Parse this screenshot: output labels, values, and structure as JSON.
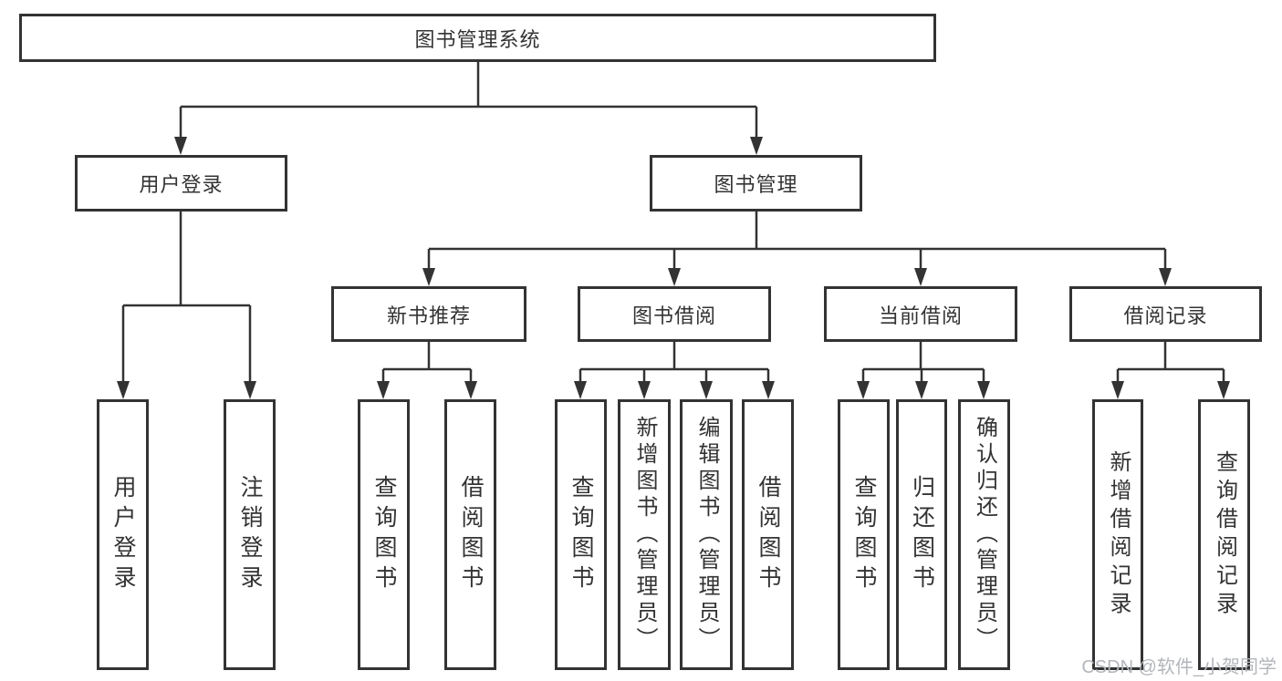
{
  "root": {
    "label": "图书管理系统"
  },
  "branches": [
    {
      "label": "用户登录",
      "children": [
        {
          "label": "用户登录"
        },
        {
          "label": "注销登录"
        }
      ]
    },
    {
      "label": "图书管理",
      "children": [
        {
          "label": "新书推荐",
          "children": [
            {
              "label": "查询图书"
            },
            {
              "label": "借阅图书"
            }
          ]
        },
        {
          "label": "图书借阅",
          "children": [
            {
              "label": "查询图书"
            },
            {
              "label": "新增图书（管理员）"
            },
            {
              "label": "编辑图书（管理员）"
            },
            {
              "label": "借阅图书"
            }
          ]
        },
        {
          "label": "当前借阅",
          "children": [
            {
              "label": "查询图书"
            },
            {
              "label": "归还图书"
            },
            {
              "label": "确认归还（管理员）"
            }
          ]
        },
        {
          "label": "借阅记录",
          "children": [
            {
              "label": "新增借阅记录"
            },
            {
              "label": "查询借阅记录"
            }
          ]
        }
      ]
    }
  ],
  "colors": {
    "line": "#333333",
    "text": "#333333",
    "watermark": "#b3b6bb",
    "background": "#ffffff"
  },
  "watermark": "CSDN @软件_小贺同学"
}
